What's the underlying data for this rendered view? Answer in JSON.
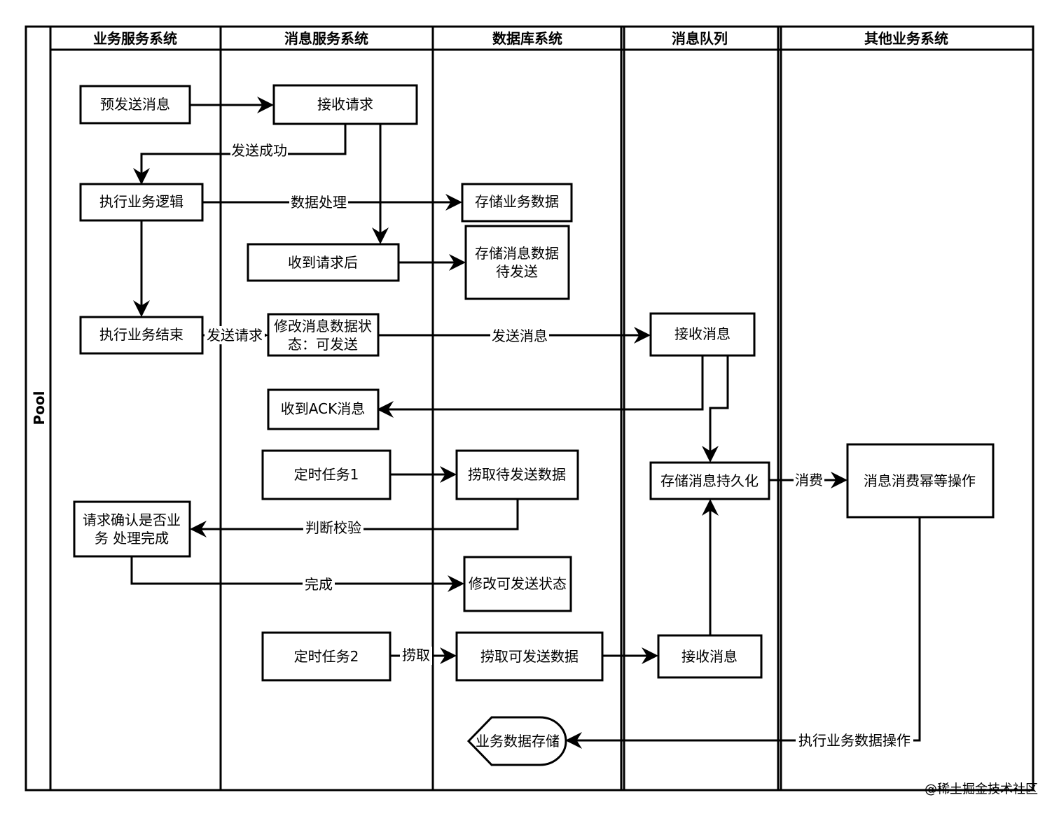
{
  "pool": {
    "label": "Pool"
  },
  "lanes": [
    {
      "id": "business",
      "title": "业务服务系统"
    },
    {
      "id": "message",
      "title": "消息服务系统"
    },
    {
      "id": "database",
      "title": "数据库系统"
    },
    {
      "id": "queue",
      "title": "消息队列"
    },
    {
      "id": "other",
      "title": "其他业务系统"
    }
  ],
  "nodes": {
    "pre_send": [
      "预发送消息"
    ],
    "receive_request": [
      "接收请求"
    ],
    "exec_logic": [
      "执行业务逻辑"
    ],
    "store_business": [
      "存储业务数据"
    ],
    "after_request": [
      "收到请求后"
    ],
    "store_message": [
      "存储消息数据",
      "待发送"
    ],
    "exec_end": [
      "执行业务结束"
    ],
    "modify_status": [
      "修改消息数据状",
      "态：可发送"
    ],
    "receive_msg_1": [
      "接收消息"
    ],
    "receive_ack": [
      "收到ACK消息"
    ],
    "timer_1": [
      "定时任务1"
    ],
    "fetch_pending": [
      "捞取待发送数据"
    ],
    "persist": [
      "存储消息持久化"
    ],
    "idempotent": [
      "消息消费幂等操作"
    ],
    "confirm": [
      "请求确认是否业",
      "务 处理完成"
    ],
    "modify_sendable": [
      "修改可发送状态"
    ],
    "timer_2": [
      "定时任务2"
    ],
    "fetch_sendable": [
      "捞取可发送数据"
    ],
    "receive_msg_2": [
      "接收消息"
    ],
    "business_storage": [
      "业务数据存储"
    ]
  },
  "edge_labels": {
    "send_success": "发送成功",
    "data_processing": "数据处理",
    "send_request": "发送请求",
    "send_message": "发送消息",
    "consume": "消费",
    "judge_verify": "判断校验",
    "complete": "完成",
    "fetch": "捞取",
    "exec_data_op": "执行业务数据操作"
  },
  "watermark": "@稀土掘金技术社区"
}
